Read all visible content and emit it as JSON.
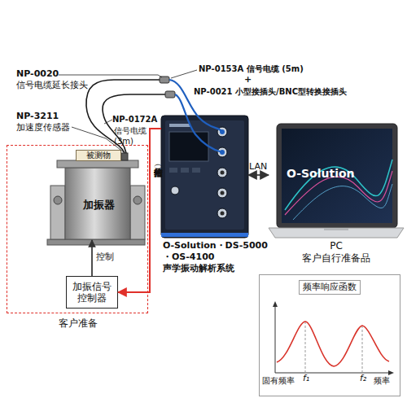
{
  "diagram": {
    "nodes": [
      {
        "text": [
          "客户准备"
        ]
      },
      {
        "text": [
          "被测物"
        ],
        "in": 0
      },
      {
        "text": [
          "加振器"
        ],
        "in": 0
      },
      {
        "text": [
          "加振信号控制器"
        ],
        "in": 0
      },
      {
        "text": [
          "O-Solution・DS-5000 ・OS-4100",
          "声学振动解析系统"
        ]
      },
      {
        "text": [
          "O-Solution",
          "PC",
          "客户自行准备品"
        ]
      },
      {
        "text": [
          "频率响应函数",
          "固有频率",
          "f₁",
          "f₂",
          "频率"
        ]
      }
    ],
    "edges": [
      {
        "from": 3,
        "to": 2,
        "label": "控制",
        "arrow": "to"
      },
      {
        "from": 4,
        "to": 3,
        "label": "信号输出（扫频信号）",
        "arrow": "to"
      },
      {
        "from": 4,
        "to": 5,
        "label": "LAN",
        "arrow": "both"
      }
    ],
    "labels": [
      "NP-0020",
      "信号电缆延长接头",
      "NP-3211",
      "加速度传感器",
      "NP-0172A",
      "信号电缆 (3m)",
      "NP-0153A 信号电缆 (5m)",
      "+",
      "NP-0021 小型接插头/BNC型转换接插头"
    ]
  }
}
